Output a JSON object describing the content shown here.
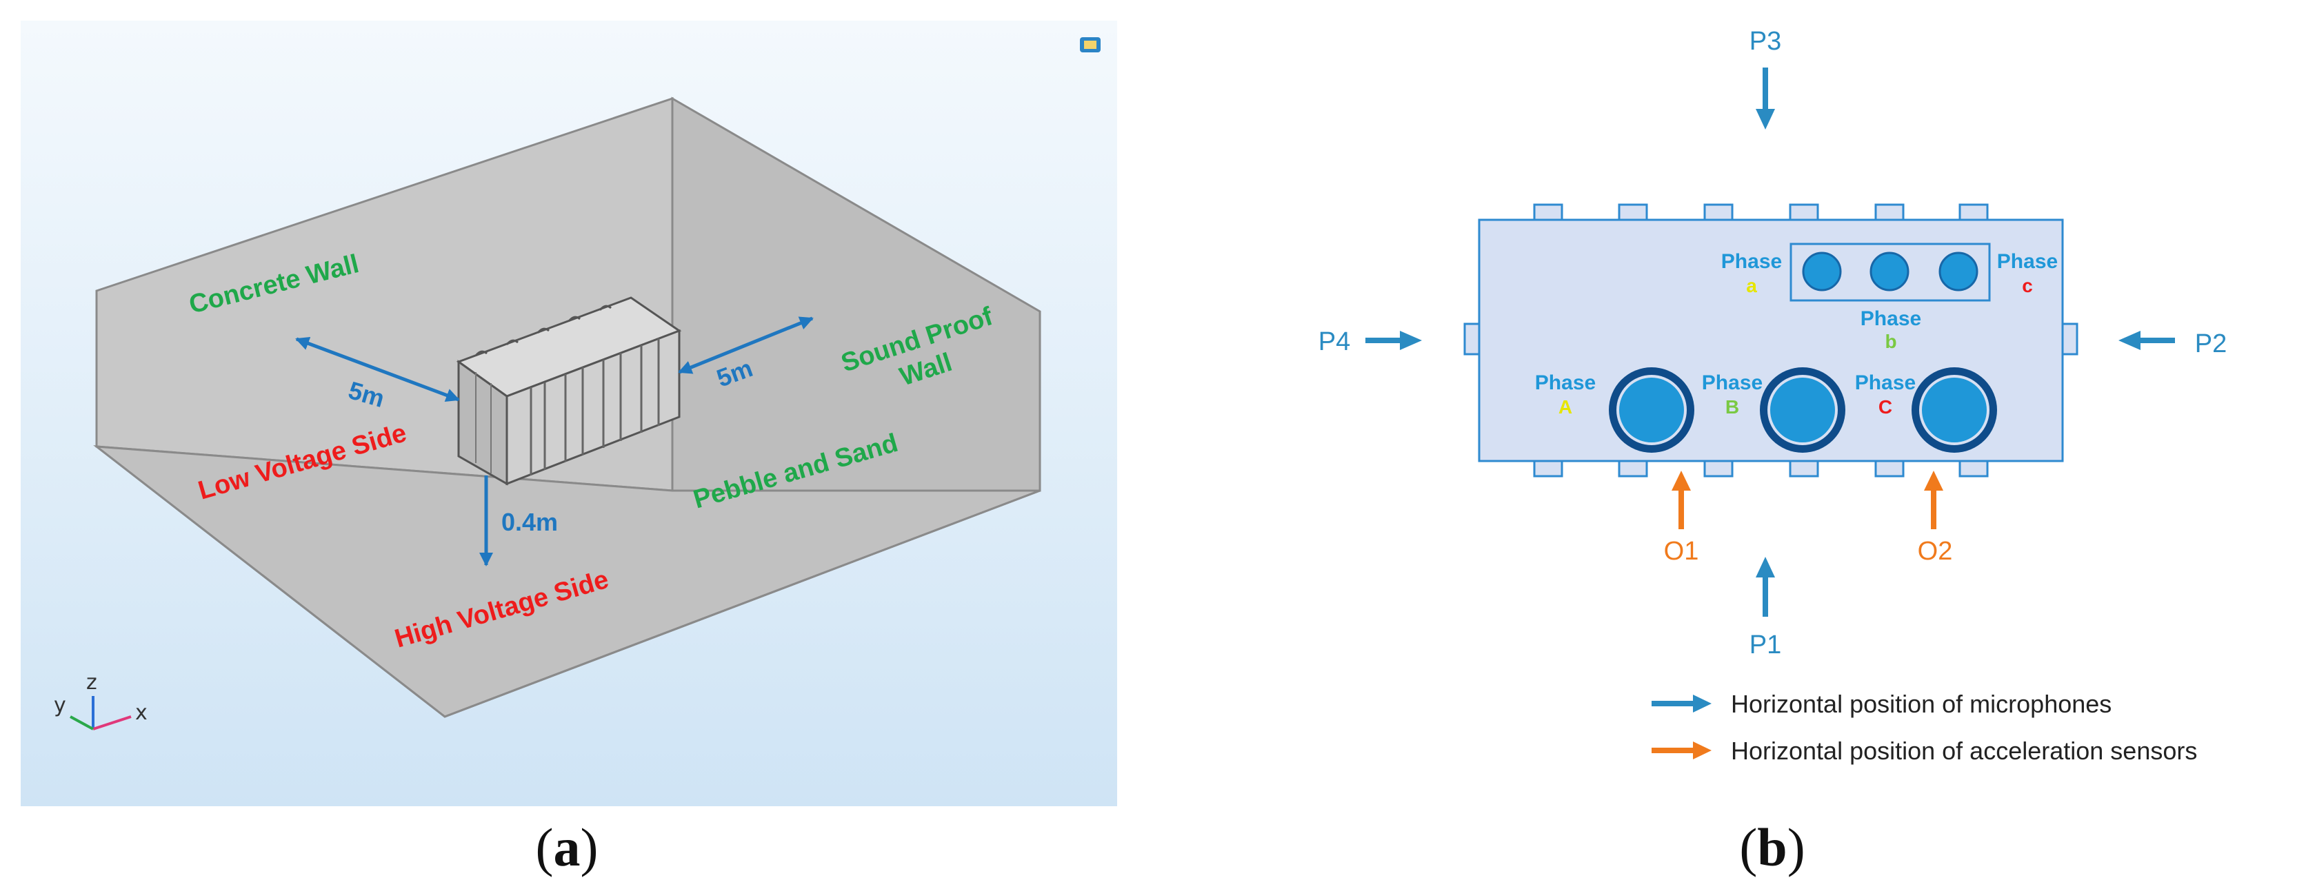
{
  "panel_a": {
    "labels": {
      "concrete_wall": "Concrete Wall",
      "sound_proof_wall_line1": "Sound Proof",
      "sound_proof_wall_line2": "Wall",
      "low_voltage_side": "Low Voltage Side",
      "high_voltage_side": "High Voltage Side",
      "pebble_and_sand": "Pebble and Sand",
      "dim_left": "5m",
      "dim_right": "5m",
      "dim_depth": "0.4m"
    },
    "axes": {
      "x": "x",
      "y": "y",
      "z": "z"
    },
    "caption": "a",
    "colors": {
      "background_top": "#e9f3fb",
      "background_bottom": "#cfe3f4",
      "wall": "#c9c9c9",
      "green_text": "#1fa84a",
      "red_text": "#ee1c1c",
      "dimension": "#1f77c0"
    }
  },
  "panel_b": {
    "probes": {
      "p1": "P1",
      "p2": "P2",
      "p3": "P3",
      "p4": "P4",
      "o1": "O1",
      "o2": "O2"
    },
    "small_phases": [
      {
        "word": "Phase",
        "letter": "a",
        "letter_color": "#e6e600"
      },
      {
        "word": "Phase",
        "letter": "b",
        "letter_color": "#7ac943"
      },
      {
        "word": "Phase",
        "letter": "c",
        "letter_color": "#ee1c1c"
      }
    ],
    "big_phases": [
      {
        "word": "Phase",
        "letter": "A",
        "letter_color": "#e6e600"
      },
      {
        "word": "Phase",
        "letter": "B",
        "letter_color": "#7ac943"
      },
      {
        "word": "Phase",
        "letter": "C",
        "letter_color": "#ee1c1c"
      }
    ],
    "legend": {
      "microphones": "Horizontal position of microphones",
      "acceleration": "Horizontal position of acceleration sensors"
    },
    "caption": "b",
    "colors": {
      "tank_fill": "#d6e0f3",
      "tank_stroke": "#2e8ad0",
      "bushing": "#1f97d8",
      "bushing_ring": "#0f4c8a",
      "mic_arrow": "#2a8bc2",
      "accel_arrow": "#f07a1c"
    }
  }
}
